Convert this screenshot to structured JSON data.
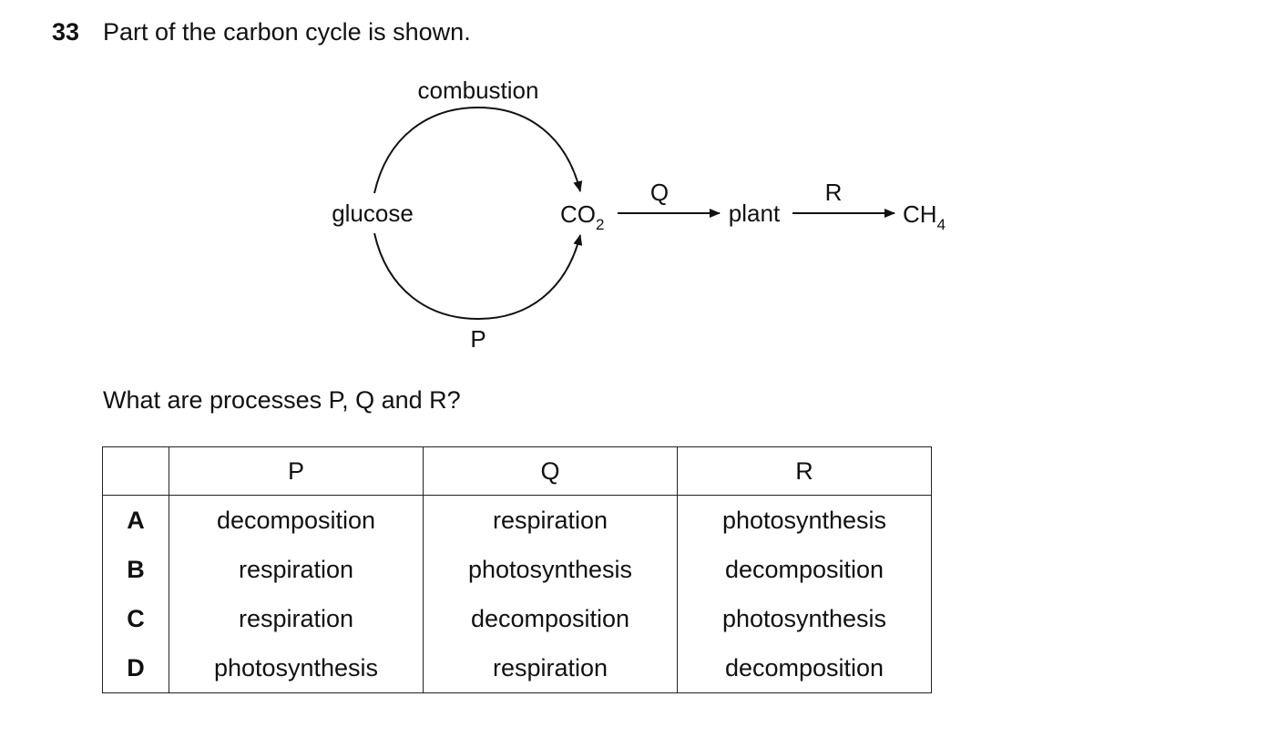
{
  "question": {
    "number": "33",
    "text": "Part of the carbon cycle is shown.",
    "prompt": "What are processes P, Q and R?"
  },
  "diagram": {
    "top_label": "combustion",
    "left_label": "glucose",
    "co2_main": "CO",
    "co2_sub": "2",
    "bottom_label": "P",
    "arrow1_label": "Q",
    "plant_label": "plant",
    "arrow2_label": "R",
    "ch4_main": "CH",
    "ch4_sub": "4"
  },
  "table": {
    "headers": [
      "",
      "P",
      "Q",
      "R"
    ],
    "rows": [
      {
        "letter": "A",
        "p": "decomposition",
        "q": "respiration",
        "r": "photosynthesis"
      },
      {
        "letter": "B",
        "p": "respiration",
        "q": "photosynthesis",
        "r": "decomposition"
      },
      {
        "letter": "C",
        "p": "respiration",
        "q": "decomposition",
        "r": "photosynthesis"
      },
      {
        "letter": "D",
        "p": "photosynthesis",
        "q": "respiration",
        "r": "decomposition"
      }
    ]
  }
}
